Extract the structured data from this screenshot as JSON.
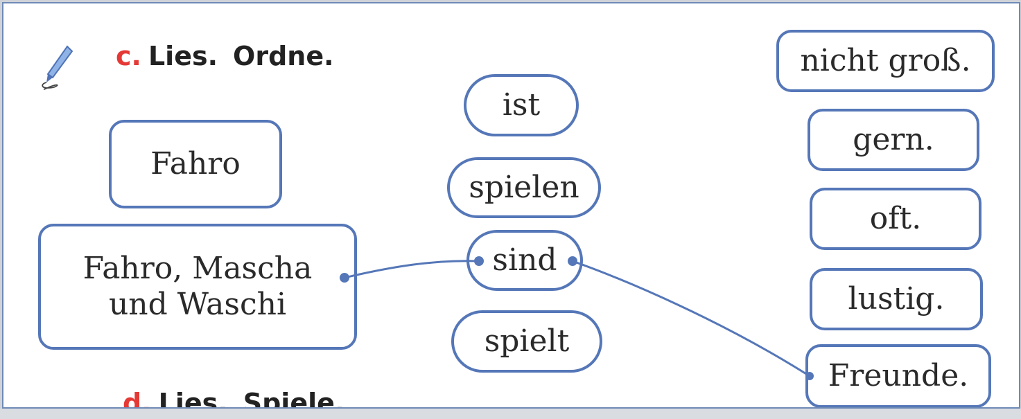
{
  "colors": {
    "accent_red": "#e53935",
    "box_blue": "#5577b8",
    "text": "#2a2a2a"
  },
  "task_c": {
    "letter": "c.",
    "word1": "Lies.",
    "word2": "Ordne."
  },
  "task_d": {
    "letter": "d.",
    "word1": "Lies.",
    "word2": "Spiele."
  },
  "icons": {
    "pen": "pen-icon"
  },
  "subjects": [
    "Fahro",
    "Fahro, Mascha und Waschi"
  ],
  "verbs": [
    "ist",
    "spielen",
    "sind",
    "spielt"
  ],
  "complements": [
    "nicht groß.",
    "gern.",
    "oft.",
    "lustig.",
    "Freunde."
  ],
  "connections": [
    {
      "from": "Fahro, Mascha und Waschi",
      "to": "sind"
    },
    {
      "from": "sind",
      "to": "Freunde."
    }
  ]
}
